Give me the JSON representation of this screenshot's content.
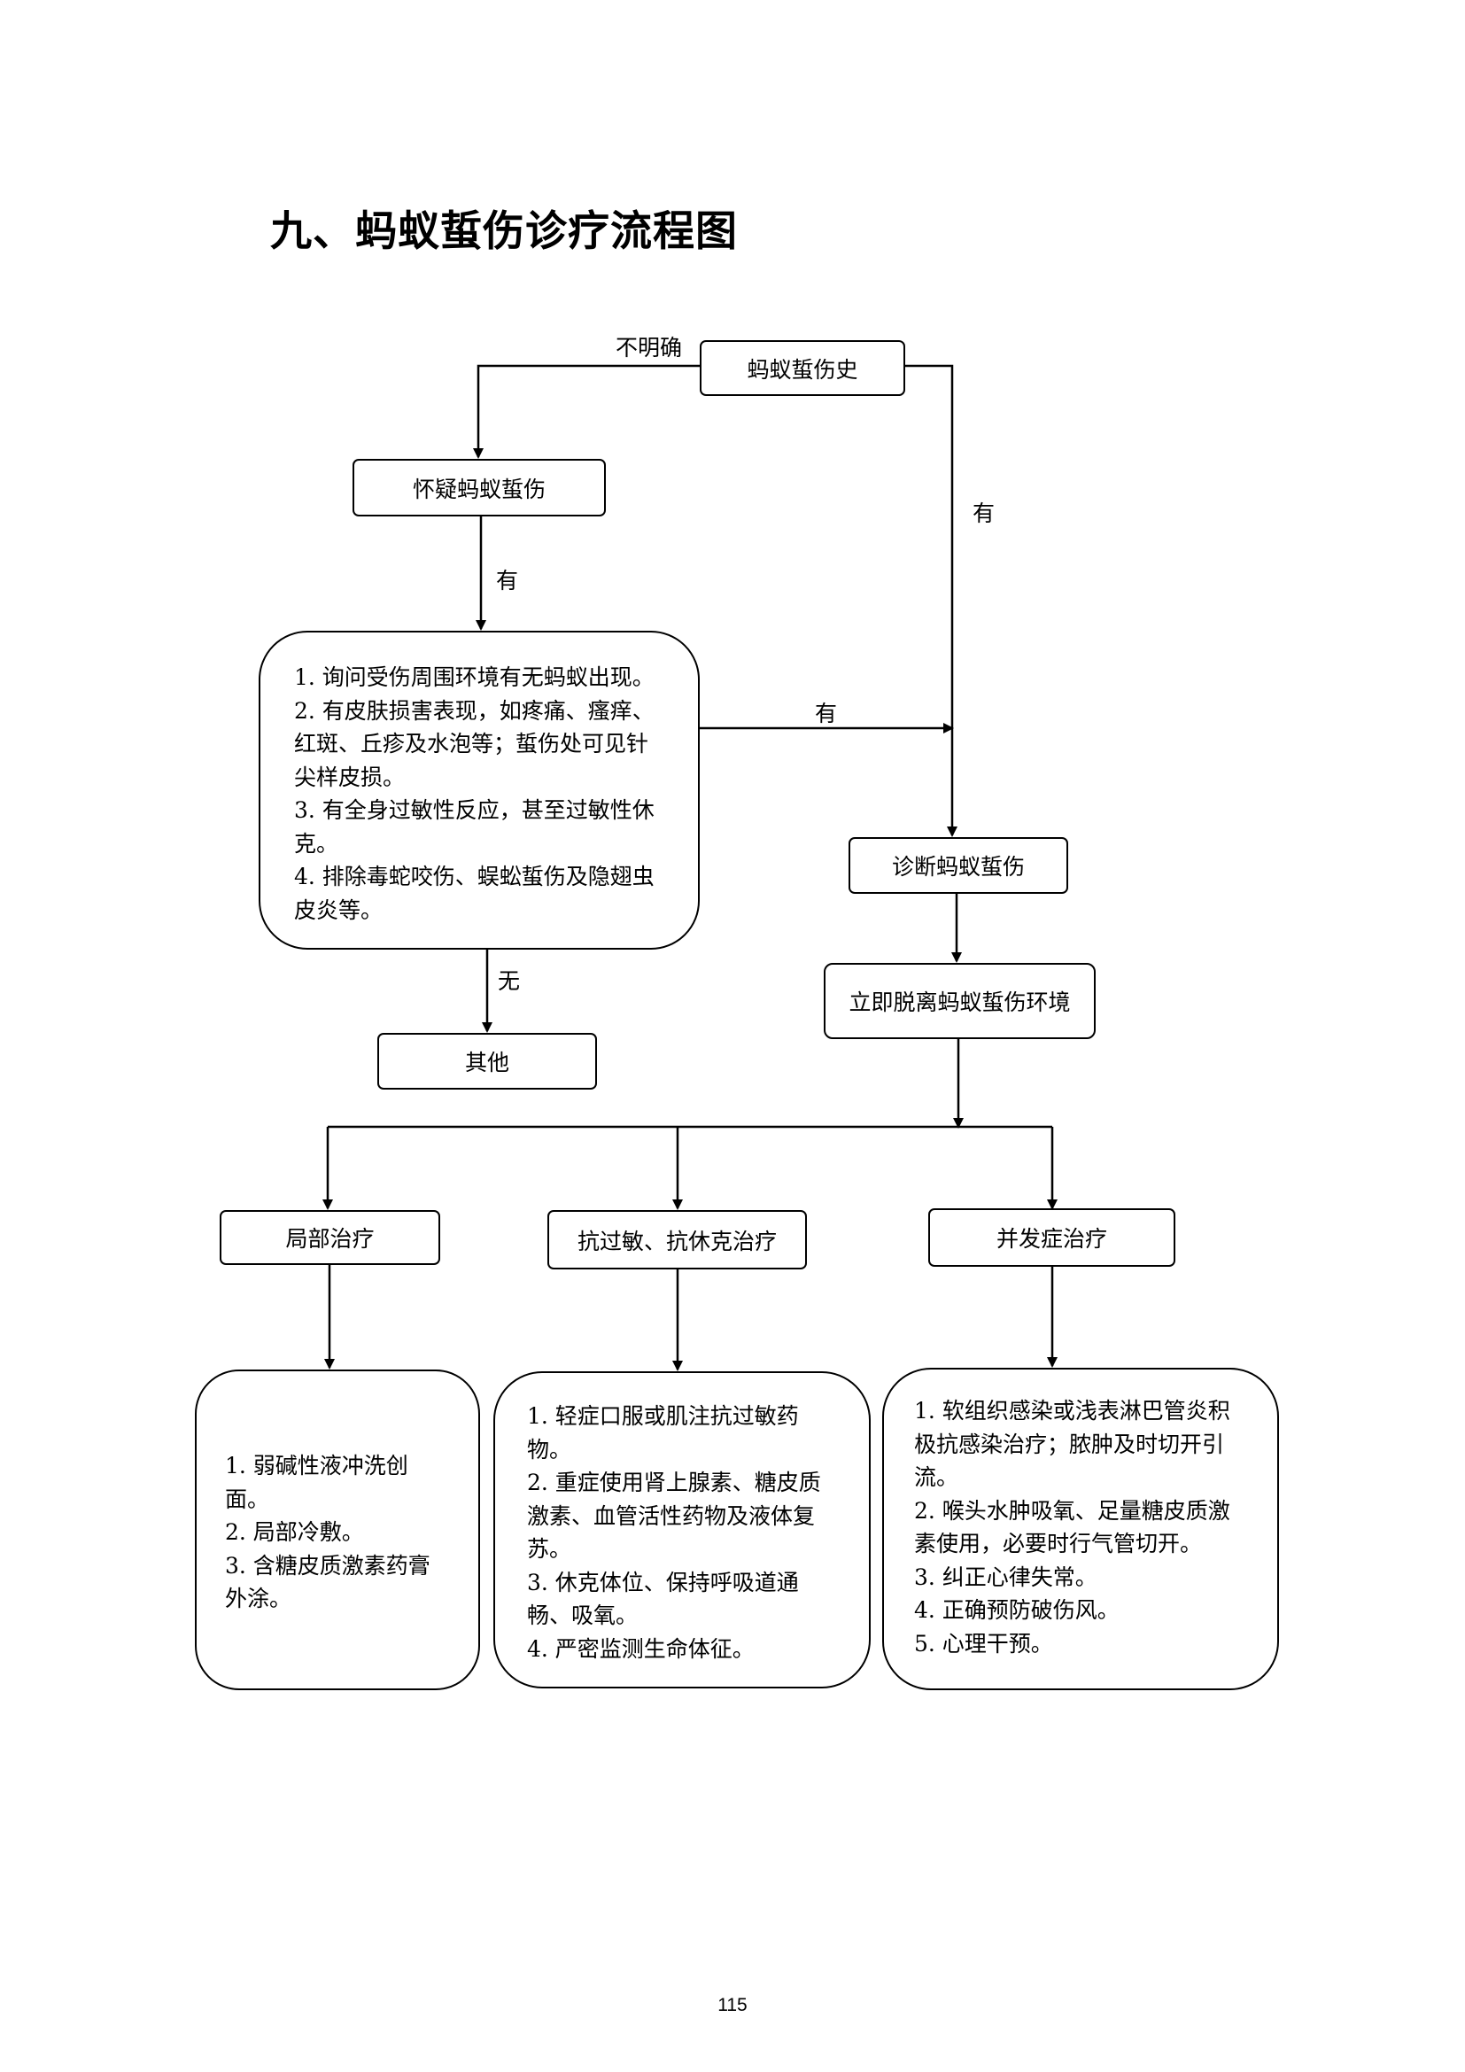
{
  "title": "九、蚂蚁蜇伤诊疗流程图",
  "nodes": {
    "history": "蚂蚁蜇伤史",
    "suspected": "怀疑蚂蚁蜇伤",
    "criteria": [
      "1. 询问受伤周围环境有无蚂蚁出现。",
      "2. 有皮肤损害表现，如疼痛、瘙痒、",
      "红斑、丘疹及水泡等；蜇伤处可见针",
      "尖样皮损。",
      "3. 有全身过敏性反应，甚至过敏性休",
      "克。",
      "4. 排除毒蛇咬伤、蜈蚣蜇伤及隐翅虫",
      "皮炎等。"
    ],
    "other": "其他",
    "diagnosis": "诊断蚂蚁蜇伤",
    "leave_env": "立即脱离蚂蚁蜇伤环境",
    "local_treatment": "局部治疗",
    "anti_allergy": "抗过敏、抗休克治疗",
    "complication": "并发症治疗",
    "local_detail": [
      "1. 弱碱性液冲洗创",
      "面。",
      "2. 局部冷敷。",
      "3. 含糖皮质激素药膏",
      "外涂。"
    ],
    "allergy_detail": [
      "1. 轻症口服或肌注抗过敏药",
      "物。",
      "2. 重症使用肾上腺素、糖皮质",
      "激素、血管活性药物及液体复",
      "苏。",
      "3. 休克体位、保持呼吸道通",
      "畅、吸氧。",
      "4. 严密监测生命体征。"
    ],
    "complication_detail": [
      "1. 软组织感染或浅表淋巴管炎积",
      "极抗感染治疗；脓肿及时切开引",
      "流。",
      "2. 喉头水肿吸氧、足量糖皮质激",
      "素使用，必要时行气管切开。",
      "3. 纠正心律失常。",
      "4. 正确预防破伤风。",
      "5. 心理干预。"
    ]
  },
  "edge_labels": {
    "unclear": "不明确",
    "yes_right": "有",
    "yes_down": "有",
    "yes_mid": "有",
    "no": "无"
  },
  "page_number": "115"
}
